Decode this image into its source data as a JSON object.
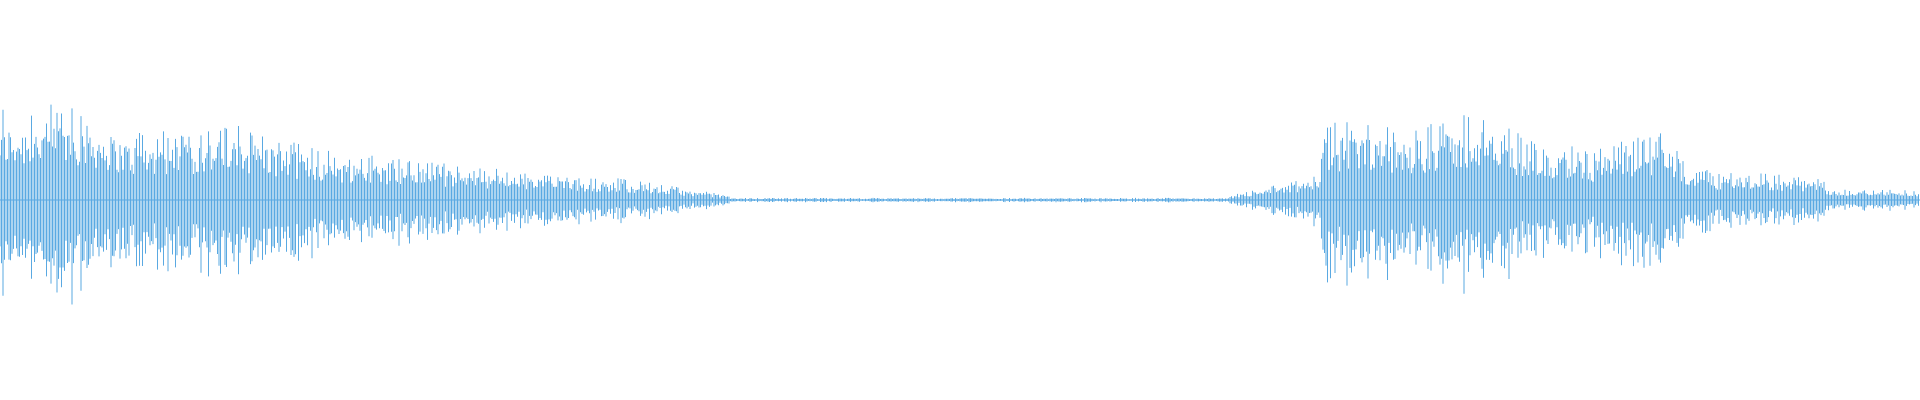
{
  "waveform": {
    "color": "#5aa9e2",
    "background": "#ffffff",
    "segments": [
      {
        "start": 0.0,
        "end": 0.04,
        "env_start": 0.88,
        "env_end": 0.95
      },
      {
        "start": 0.04,
        "end": 0.07,
        "env_start": 0.95,
        "env_end": 0.66
      },
      {
        "start": 0.07,
        "end": 0.1,
        "env_start": 0.66,
        "env_end": 0.7
      },
      {
        "start": 0.1,
        "end": 0.13,
        "env_start": 0.7,
        "env_end": 0.72
      },
      {
        "start": 0.13,
        "end": 0.17,
        "env_start": 0.72,
        "env_end": 0.48
      },
      {
        "start": 0.17,
        "end": 0.23,
        "env_start": 0.48,
        "env_end": 0.36
      },
      {
        "start": 0.23,
        "end": 0.3,
        "env_start": 0.36,
        "env_end": 0.22
      },
      {
        "start": 0.3,
        "end": 0.32,
        "env_start": 0.22,
        "env_end": 0.22
      },
      {
        "start": 0.32,
        "end": 0.38,
        "env_start": 0.22,
        "env_end": 0.05
      },
      {
        "start": 0.38,
        "end": 0.64,
        "env_start": 0.02,
        "env_end": 0.02
      },
      {
        "start": 0.64,
        "end": 0.686,
        "env_start": 0.04,
        "env_end": 0.24
      },
      {
        "start": 0.686,
        "end": 0.69,
        "env_start": 0.24,
        "env_end": 0.78
      },
      {
        "start": 0.69,
        "end": 0.73,
        "env_start": 0.78,
        "env_end": 0.7
      },
      {
        "start": 0.73,
        "end": 0.77,
        "env_start": 0.7,
        "env_end": 0.86
      },
      {
        "start": 0.77,
        "end": 0.8,
        "env_start": 0.86,
        "env_end": 0.55
      },
      {
        "start": 0.8,
        "end": 0.83,
        "env_start": 0.55,
        "env_end": 0.5
      },
      {
        "start": 0.83,
        "end": 0.87,
        "env_start": 0.5,
        "env_end": 0.68
      },
      {
        "start": 0.87,
        "end": 0.88,
        "env_start": 0.68,
        "env_end": 0.3
      },
      {
        "start": 0.88,
        "end": 0.95,
        "env_start": 0.3,
        "env_end": 0.22
      },
      {
        "start": 0.95,
        "end": 1.0,
        "env_start": 0.12,
        "env_end": 0.09
      }
    ]
  }
}
